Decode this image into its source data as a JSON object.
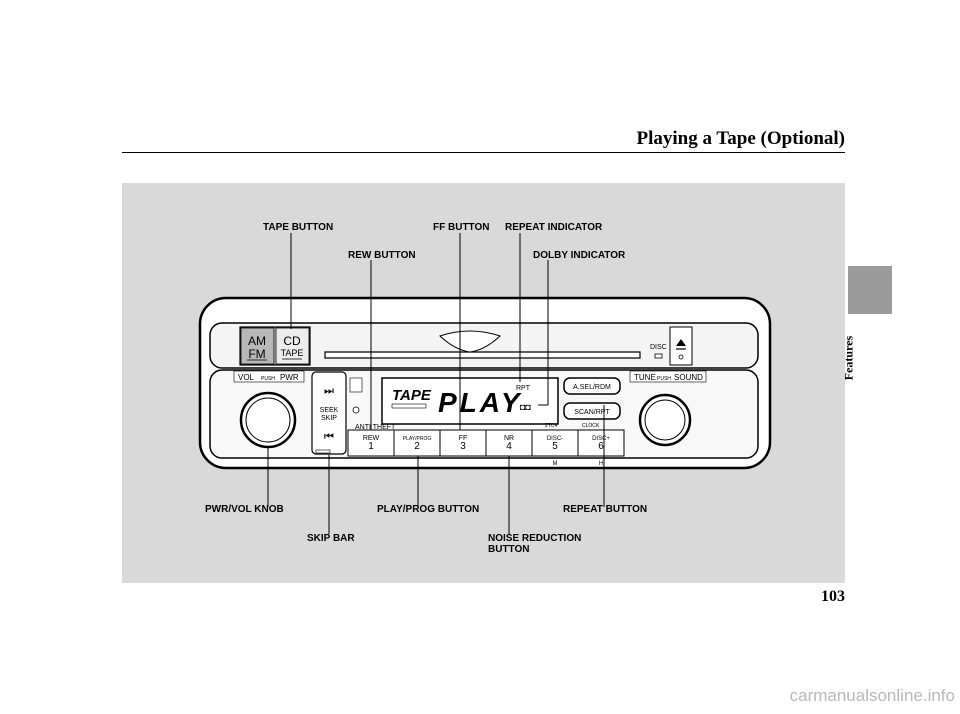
{
  "header": {
    "title": "Playing a Tape (Optional)"
  },
  "side_tab": {
    "label": "Features"
  },
  "page": {
    "number": "103"
  },
  "watermark": {
    "text": "carmanualsonline.info"
  },
  "callouts": {
    "tape_button": "TAPE BUTTON",
    "ff_button": "FF BUTTON",
    "repeat_indicator": "REPEAT INDICATOR",
    "rew_button": "REW BUTTON",
    "dolby_indicator": "DOLBY INDICATOR",
    "pwr_vol_knob": "PWR/VOL KNOB",
    "play_prog_button": "PLAY/PROG BUTTON",
    "repeat_button": "REPEAT BUTTON",
    "skip_bar": "SKIP BAR",
    "noise_reduction_line1": "NOISE REDUCTION",
    "noise_reduction_line2": "BUTTON"
  },
  "radio": {
    "am": "AM",
    "fm": "FM",
    "cd": "CD",
    "tape": "TAPE",
    "disc": "DISC",
    "eject_icon": "eject-icon",
    "vol": "VOL",
    "push": "PUSH",
    "pwr": "PWR",
    "tune": "TUNE",
    "sound": "SOUND",
    "seek": "SEEK",
    "skip": "SKIP",
    "anti_theft": "ANTI THEFT",
    "display_mode": "TAPE",
    "display_status": "PLAY",
    "rpt_indicator": "RPT",
    "a_sel_rdm": "A.SEL/RDM",
    "scan_rpt": "SCAN/RPT",
    "code": "2TC4",
    "clock": "CLOCK",
    "m": "M",
    "h": "H",
    "presets": [
      {
        "label": "REW",
        "number": "1"
      },
      {
        "label": "PLAY/PROG",
        "number": "2"
      },
      {
        "label": "FF",
        "number": "3"
      },
      {
        "label": "NR",
        "number": "4"
      },
      {
        "label": "DISC-",
        "number": "5"
      },
      {
        "label": "DISC+",
        "number": "6"
      }
    ]
  }
}
